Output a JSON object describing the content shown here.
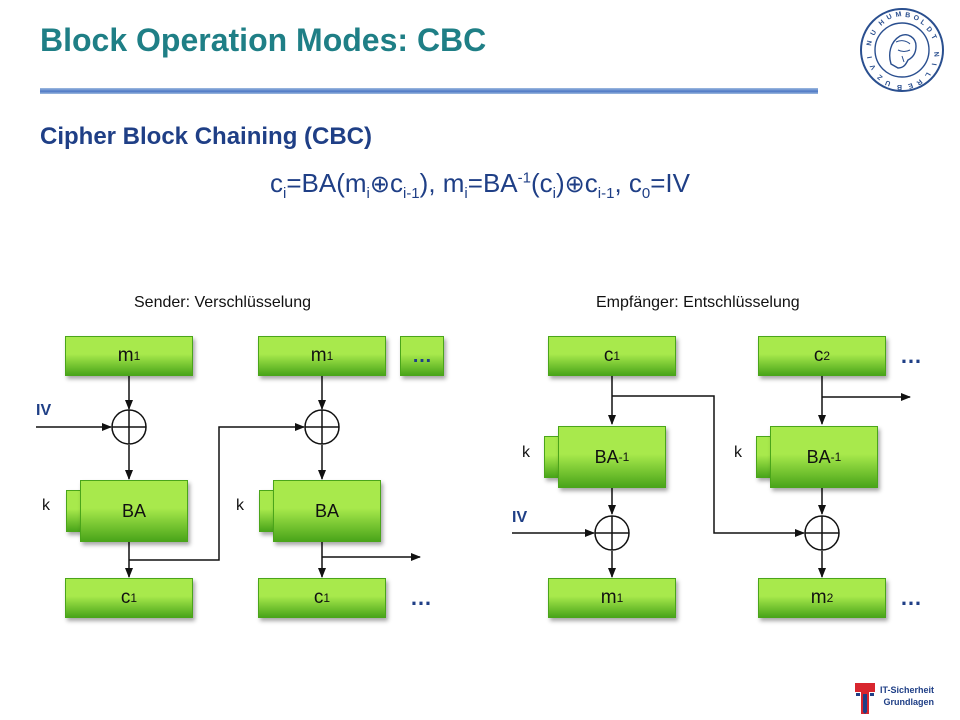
{
  "slide": {
    "title": "Block Operation Modes: CBC",
    "subtitle": "Cipher Block Chaining (CBC)",
    "formula": {
      "p1": "c",
      "p1_sub": "i",
      "p2": "=BA(m",
      "p2_sub": "i",
      "xor1": "⊕",
      "p3": "c",
      "p3_sub": "i-1",
      "p4": "), m",
      "p4_sub": "i",
      "p5": "=BA",
      "p5_sup": "-1",
      "p6": "(c",
      "p6_sub": "i",
      "p7": ")",
      "xor2": "⊕",
      "p8": "c",
      "p8_sub": "i-1",
      "p9": ", c",
      "p9_sub": "0",
      "p10": "=IV"
    }
  },
  "sender": {
    "caption": "Sender: Verschlüsselung",
    "input1": {
      "base": "m",
      "sub": "1"
    },
    "input2": {
      "base": "m",
      "sub": "1"
    },
    "input_more": "…",
    "iv": "IV",
    "key1": "k",
    "key2": "k",
    "cipher1": "BA",
    "cipher2": "BA",
    "output1": {
      "base": "c",
      "sub": "1"
    },
    "output2": {
      "base": "c",
      "sub": "1"
    },
    "output_more": "…"
  },
  "receiver": {
    "caption": "Empfänger: Entschlüsselung",
    "input1": {
      "base": "c",
      "sub": "1"
    },
    "input2": {
      "base": "c",
      "sub": "2"
    },
    "input_more": "…",
    "iv": "IV",
    "key1": "k",
    "key2": "k",
    "decipher1": {
      "base": "BA",
      "sup": "-1"
    },
    "decipher2": {
      "base": "BA",
      "sup": "-1"
    },
    "output1": {
      "base": "m",
      "sub": "1"
    },
    "output2": {
      "base": "m",
      "sub": "2"
    },
    "output_more": "…"
  },
  "branding": {
    "seal_text": "HUMBOLDT-UNIVERSITÄT ZU BERLIN",
    "footer_line1": "IT-Sicherheit",
    "footer_line2": "Grundlagen"
  },
  "colors": {
    "title": "#1f7f86",
    "heading": "#1f3f86",
    "block_light": "#a8e94c",
    "block_dark": "#4aa51a",
    "rule": "#4f79c5"
  }
}
